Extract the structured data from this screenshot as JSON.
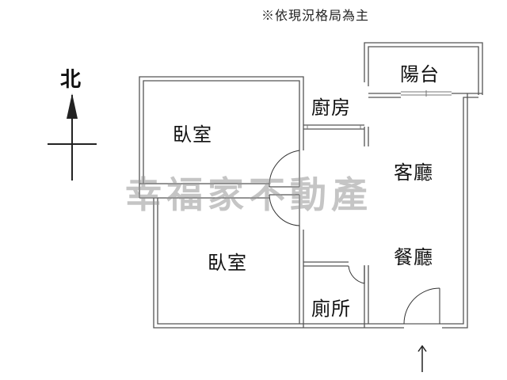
{
  "note": "※依現況格局為主",
  "north_label": "北",
  "watermark": "幸福家不動產",
  "rooms": {
    "balcony": "陽台",
    "kitchen": "廚房",
    "bedroom_1": "臥室",
    "bedroom_2": "臥室",
    "living_room": "客廳",
    "dining_room": "餐廳",
    "toilet": "廁所"
  },
  "colors": {
    "wall_outer": "#888888",
    "wall_inner": "#ffffff",
    "line": "#333333",
    "watermark": "#969696"
  }
}
